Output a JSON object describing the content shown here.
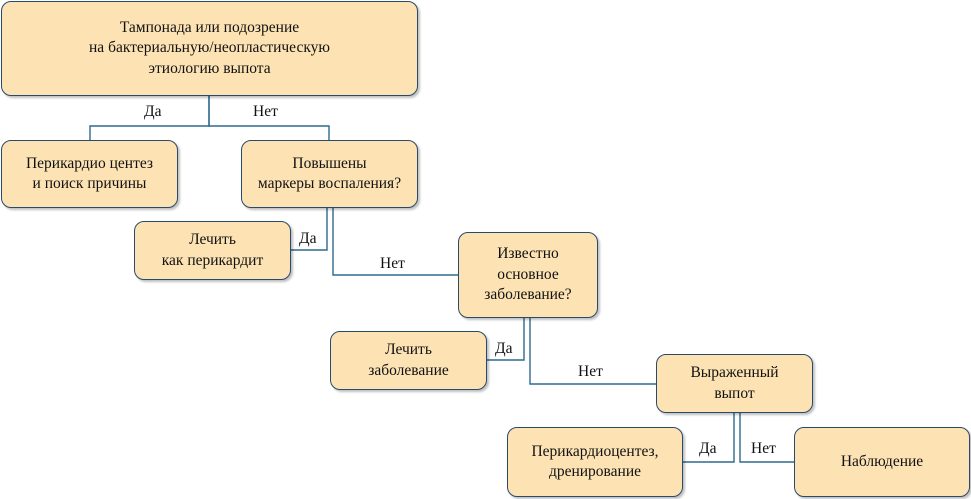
{
  "nodes": {
    "root": "Тампонада или подозрение\nна бактериальную/неопластическую\nэтиологию выпота",
    "pericardiocentesis_search": "Перикардио центез\nи поиск причины",
    "inflammation_markers": "Повышены\nмаркеры воспаления?",
    "treat_pericarditis": "Лечить\nкак перикардит",
    "known_disease": "Известно\nосновное\nзаболевание?",
    "treat_disease": "Лечить\nзаболевание",
    "pronounced_effusion": "Выраженный\nвыпот",
    "pericardiocentesis_drainage": "Перикардиоцентез,\nдренирование",
    "observation": "Наблюдение"
  },
  "edge_labels": {
    "root_yes": "Да",
    "root_no": "Нет",
    "markers_yes": "Да",
    "markers_no": "Нет",
    "known_yes": "Да",
    "known_no": "Нет",
    "effusion_yes": "Да",
    "effusion_no": "Нет"
  },
  "colors": {
    "node_fill": "#fde3b4",
    "node_border": "#2a4a6b",
    "connector": "#2f6a8e"
  }
}
